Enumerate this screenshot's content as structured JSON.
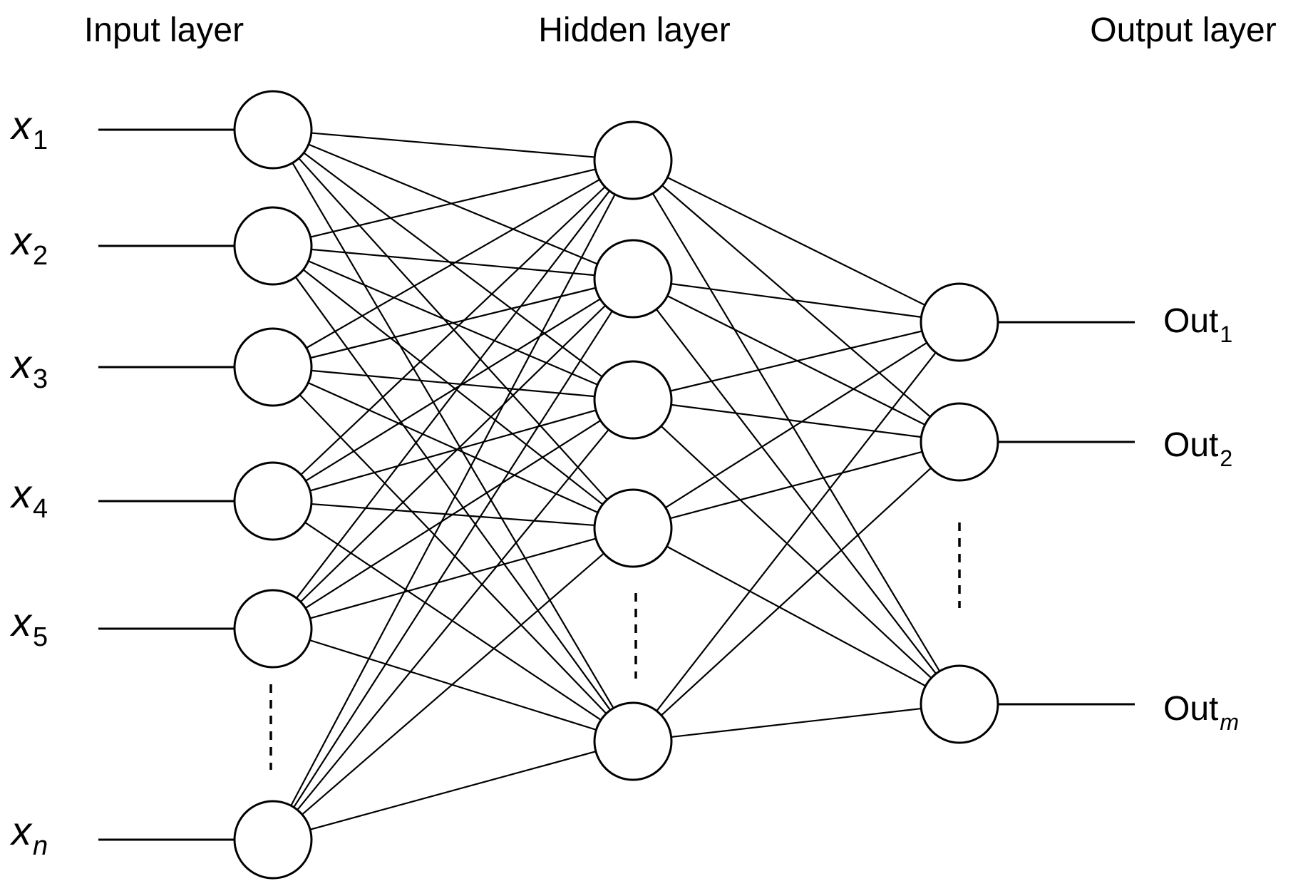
{
  "layers": {
    "input_title": "Input layer",
    "hidden_title": "Hidden layer",
    "output_title": "Output layer"
  },
  "inputs": [
    {
      "base": "x",
      "sub": "1"
    },
    {
      "base": "x",
      "sub": "2"
    },
    {
      "base": "x",
      "sub": "3"
    },
    {
      "base": "x",
      "sub": "4"
    },
    {
      "base": "x",
      "sub": "5"
    },
    {
      "base": "x",
      "sub": "n"
    }
  ],
  "outputs": [
    {
      "base": "Out",
      "sub": "1"
    },
    {
      "base": "Out",
      "sub": "2"
    },
    {
      "base": "Out",
      "sub": "m"
    }
  ],
  "hidden_node_count": 5,
  "connectivity": "fully-connected"
}
